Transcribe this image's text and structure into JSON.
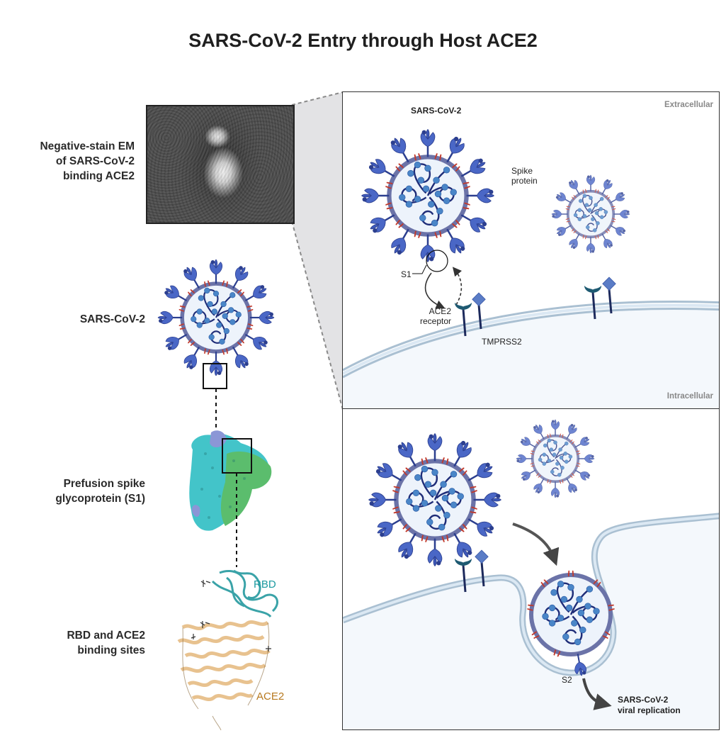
{
  "title": "SARS-CoV-2 Entry through Host ACE2",
  "left_column": {
    "em": {
      "label_line1": "Negative-stain EM",
      "label_line2": "of SARS-CoV-2",
      "label_line3": "binding ACE2"
    },
    "virus": {
      "label": "SARS-CoV-2"
    },
    "spike": {
      "label_line1": "Prefusion spike",
      "label_line2": "glycoprotein (S1)"
    },
    "binding": {
      "label_line1": "RBD and ACE2",
      "label_line2": "binding sites",
      "rbd_label": "RBD",
      "ace2_label": "ACE2"
    }
  },
  "top_panel": {
    "region_top": "Extracellular",
    "region_bottom": "Intracellular",
    "virus_label": "SARS-CoV-2",
    "spike_label_line1": "Spike",
    "spike_label_line2": "protein",
    "s1_label": "S1",
    "ace2_label_line1": "ACE2",
    "ace2_label_line2": "receptor",
    "tmprss2_label": "TMPRSS2"
  },
  "bottom_panel": {
    "s2_label": "S2",
    "outcome_line1": "SARS-CoV-2",
    "outcome_line2": "viral replication"
  },
  "colors": {
    "spike_blue": "#4a67c6",
    "spike_dark": "#2c3f8f",
    "envelope": "#6b73a8",
    "virion_fill": "#edf3fb",
    "rna": "#1f2d78",
    "rna_bead": "#4a86c8",
    "envelope_protein_red": "#c0392b",
    "ace2_receptor": "#1e5a72",
    "tmprss2": "#5a7cc6",
    "membrane": "#aac0d2",
    "cytoplasm": "#f4f8fc",
    "rbd_teal": "#1c9aa0",
    "ace2_tan": "#b7791f",
    "callout_gray": "#e3e3e5"
  }
}
